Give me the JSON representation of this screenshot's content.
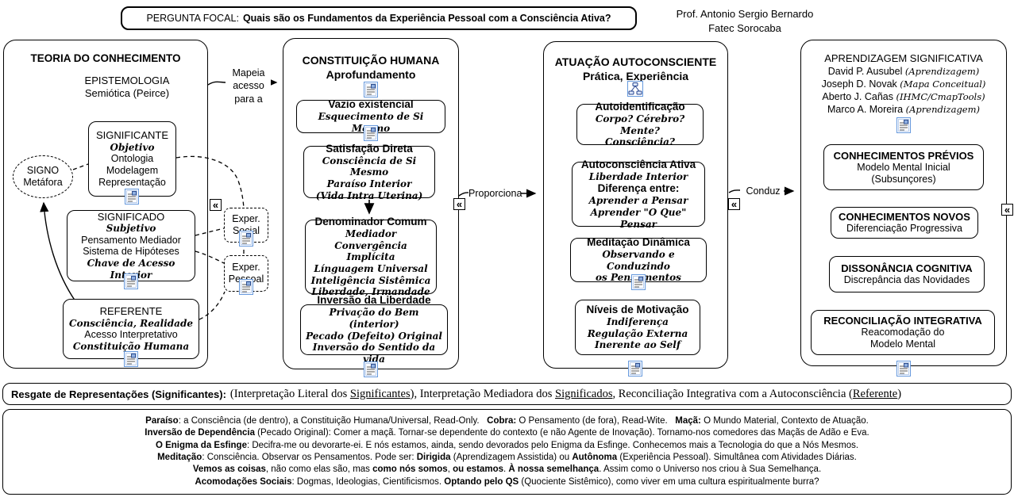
{
  "focal": {
    "label": "PERGUNTA FOCAL:",
    "question": "Quais são os Fundamentos da Experiência Pessoal com a Consciência Ativa?"
  },
  "credit": {
    "line1": "Prof. Antonio Sergio Bernardo",
    "line2": "Fatec Sorocaba"
  },
  "connectors": {
    "c1": "Mapeia\nacesso\npara a",
    "c2": "Proporciona",
    "c3": "Conduz",
    "exper_social": "Exper.\nSocial",
    "exper_pessoal": "Exper.\nPessoal",
    "collapse_glyph": "«"
  },
  "col1": {
    "title": "TEORIA DO CONHECIMENTO",
    "epistemologia": "EPISTEMOLOGIA\nSemiótica (Peirce)",
    "signo": "SIGNO\nMetáfora",
    "significante": {
      "title": "SIGNIFICANTE",
      "script1": "Objetivo",
      "body": "Ontologia\nModelagem\nRepresentação"
    },
    "significado": {
      "title": "SIGNIFICADO",
      "script1": "Subjetivo",
      "body": "Pensamento Mediador\nSistema de Hipóteses",
      "script2": "Chave de Acesso Interior"
    },
    "referente": {
      "title": "REFERENTE",
      "script1": "Consciência, Realidade",
      "body": "Acesso Interpretativo",
      "script2": "Constituição Humana"
    }
  },
  "col2": {
    "title": "CONSTITUIÇÃO HUMANA",
    "subtitle": "Aprofundamento",
    "vazio": {
      "title": "Vazio existencial",
      "script": "Esquecimento de Si Mesmo"
    },
    "satisfacao": {
      "title": "Satisfação Direta",
      "script": "Consciência de Si Mesmo\nParaíso Interior\n(Vida Intra Uterina)"
    },
    "denominador": {
      "title": "Denominador Comum",
      "script": "Mediador\nConvergência Implícita\nLínguagem Universal\nInteligência Sistêmica\nLiberdade, Irmandade"
    },
    "inversao": {
      "title": "Inversão da Liberdade",
      "script": "Privação do Bem (interior)\nPecado (Defeito) Original\nInversão do Sentido da vida"
    }
  },
  "col3": {
    "title": "ATUAÇÃO AUTOCONSCIENTE",
    "subtitle": "Prática, Experiência",
    "autoident": {
      "title": "Autoidentificação",
      "script": "Corpo? Cérebro? Mente?\nConsciência?"
    },
    "autoconsc": {
      "title": "Autoconsciência Ativa",
      "script1": "Liberdade Interior",
      "bold": "Diferença entre:",
      "script2": "Aprender a Pensar\nAprender \"O Que\" Pensar"
    },
    "meditacao": {
      "title": "Meditação Dinâmica",
      "script": "Observando e Conduzindo\nos Pensamentos"
    },
    "niveis": {
      "title": "Níveis de Motivação",
      "script": "Indiferença\nRegulação Externa\nInerente ao Self"
    }
  },
  "col4": {
    "title": "APRENDIZAGEM SIGNIFICATIVA",
    "authors": [
      {
        "name": "David P. Ausubel",
        "note": "(Aprendizagem)"
      },
      {
        "name": "Joseph D. Novak",
        "note": "(Mapa Conceitual)"
      },
      {
        "name": "Aberto J. Cañas",
        "note": "(IHMC/CmapTools)"
      },
      {
        "name": "Marco A. Moreira",
        "note": "(Aprendizagem)"
      }
    ],
    "previos": {
      "title": "CONHECIMENTOS PRÉVIOS",
      "body": "Modelo Mental Inicial\n(Subsunçores)"
    },
    "novos": {
      "title": "CONHECIMENTOS NOVOS",
      "body": "Diferenciação Progressiva"
    },
    "dissonancia": {
      "title": "DISSONÂNCIA COGNITIVA",
      "body": "Discrepância das Novidades"
    },
    "reconciliacao": {
      "title": "RECONCILIAÇÃO INTEGRATIVA",
      "body": "Reacomodação do\nModelo Mental"
    }
  },
  "resgate": {
    "label": "Resgate de Representações (Significantes):",
    "seg1": "(Interpretação Literal dos ",
    "u1": "Significantes",
    "seg2": "), Interpretação Mediadora dos ",
    "u2": "Significados",
    "seg3": ", Reconciliação Integrativa com a Autoconsciência (",
    "u3": "Referente",
    "seg4": ")"
  },
  "glossary": {
    "l1": [
      "Paraíso",
      ": a Consciência (de dentro), a Constituição Humana/Universal, Read-Only.   ",
      "Cobra:",
      " O Pensamento (de fora), Read-Wite.   ",
      "Maçã:",
      " O Mundo Material, Contexto de Atuação."
    ],
    "l2": [
      "Inversão de Dependência",
      " (Pecado Original): Comer a maçã. Tornar-se dependente do contexto (e não Agente de Inovação). Tornamo-nos comedores das Maçãs de Adão e Eva."
    ],
    "l3": [
      "O Enigma da Esfinge",
      ": Decifra-me ou devorarte-ei. E nós estamos, ainda, sendo devorados pelo Enigma da Esfinge. Conhecemos mais a Tecnologia do que a Nós Mesmos."
    ],
    "l4": [
      "Meditação",
      ": Consciência. Observar os Pensamentos. Pode ser: ",
      "Dirigida",
      " (Aprendizagem Assistida) ou ",
      "Autônoma",
      " (Experiência Pessoal). Simultânea com Atividades Diárias."
    ],
    "l5": [
      "Vemos as coisas",
      ", não como elas são, mas ",
      "como nós somos",
      ", ",
      "ou estamos",
      ". ",
      "À nossa semelhança",
      ". Assim como o Universo nos criou à Sua Semelhança."
    ],
    "l6": [
      "Acomodações Sociais",
      ": Dogmas, Ideologias, Cientificismos. ",
      "Optando pelo QS",
      " (Quociente Sistêmico), como viver em uma cultura espiritualmente burra?"
    ]
  }
}
